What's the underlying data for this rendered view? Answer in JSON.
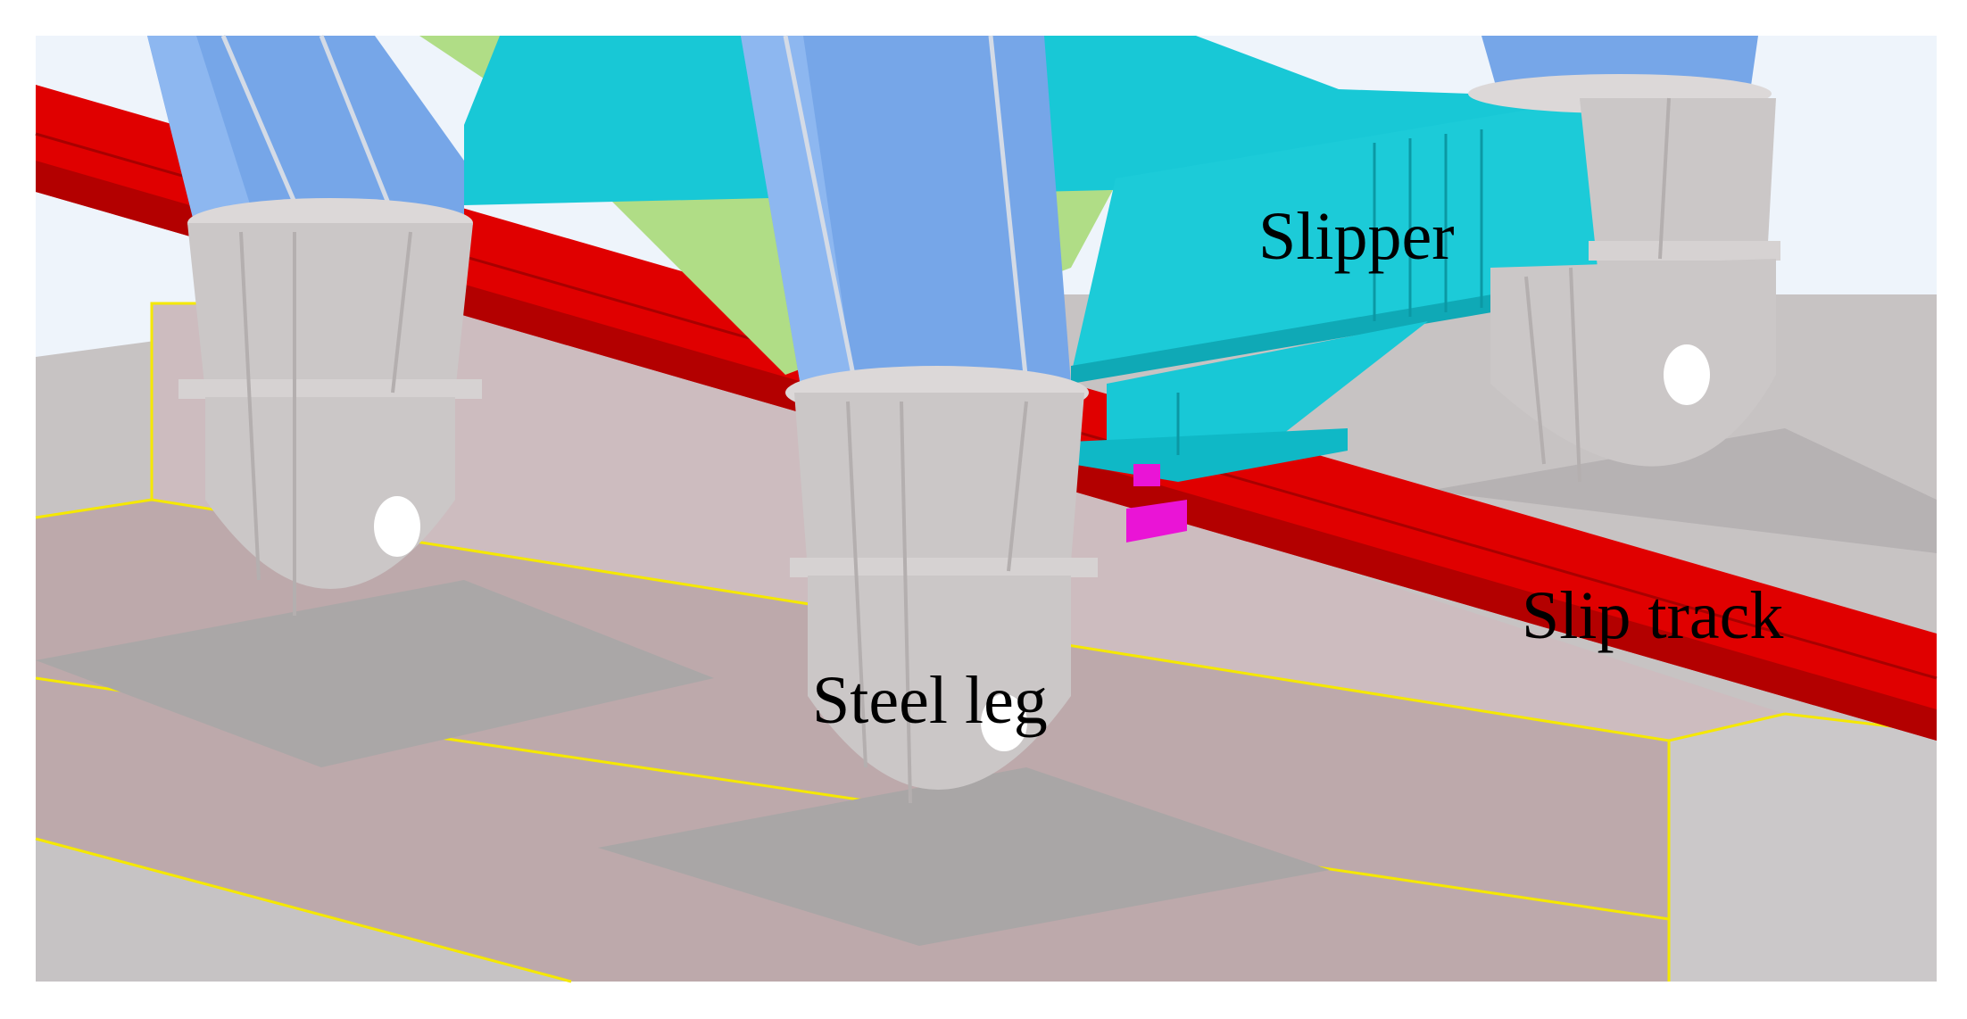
{
  "labels": {
    "slipper": "Slipper",
    "slip_track": "Slip track",
    "steel_leg": "Steel leg"
  },
  "colors": {
    "background": "#ffffff",
    "sky": "#eaf2fb",
    "steel_leg": "#76a6e8",
    "steel_leg_shade": "#5e8ed4",
    "leg_base": "#cbc7c7",
    "leg_base_shade": "#b4afaf",
    "slipper": "#18c8d6",
    "slipper_shade": "#0fa9b6",
    "slip_track": "#e00000",
    "slip_track_dark": "#a80000",
    "hopper": "#b0dd86",
    "foundation_top": "#c9b9bb",
    "foundation_side": "#b7a5a6",
    "plate": "#a9a6a6",
    "outline": "#f5e800",
    "connector": "#ea14d6"
  },
  "components": [
    "steel-leg",
    "leg-base",
    "slipper",
    "slip-track",
    "hopper",
    "foundation",
    "bearing-plate"
  ]
}
